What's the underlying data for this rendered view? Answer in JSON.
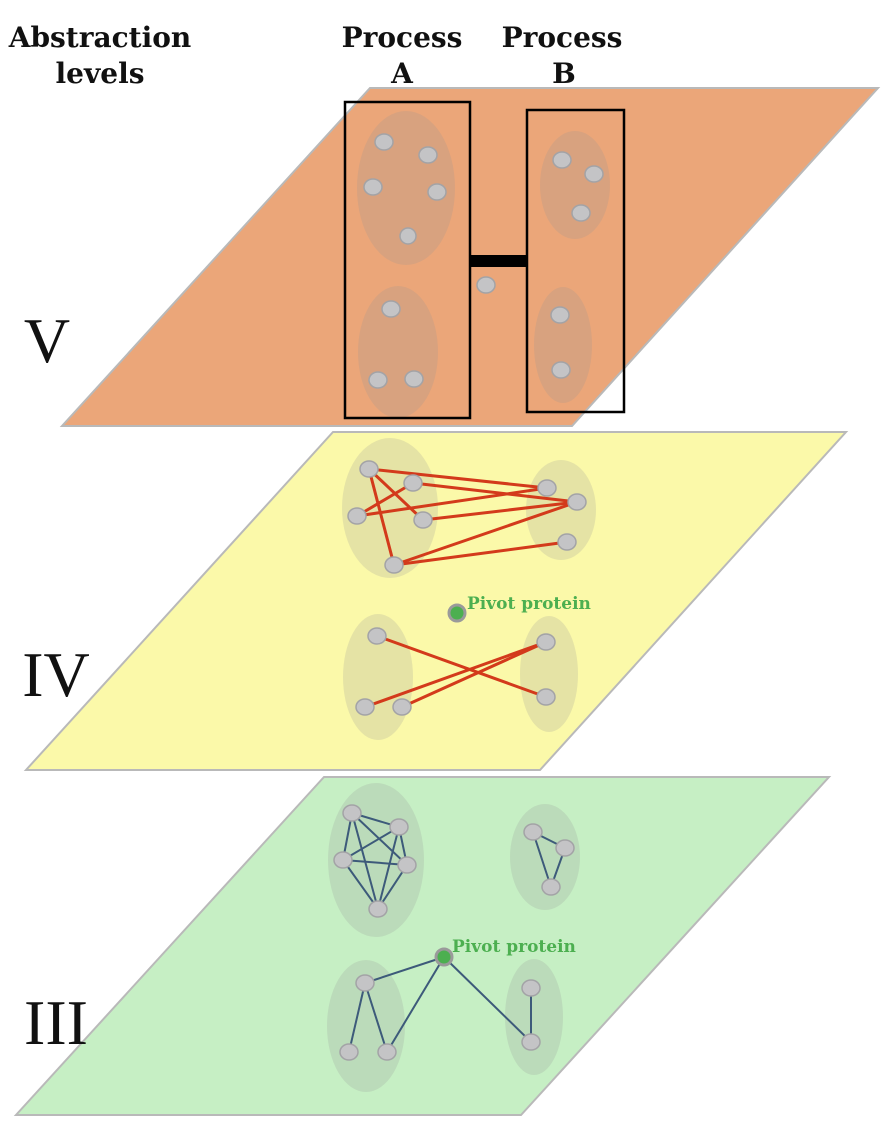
{
  "header": {
    "abstraction_line1": "Abstraction",
    "abstraction_line2": "levels",
    "process_a_line1": "Process",
    "process_a_line2": "A",
    "process_b_line1": "Process",
    "process_b_line2": "B"
  },
  "levels": {
    "v": {
      "label": "V",
      "color": "#eba679"
    },
    "iv": {
      "label": "IV",
      "color": "#fbf9a9",
      "pivot_label": "Pivot protein"
    },
    "iii": {
      "label": "III",
      "color": "#c6efc4",
      "pivot_label": "Pivot protein"
    }
  },
  "colors": {
    "inter_process_edge": "#d33a1b",
    "intra_cluster_edge": "#3d5a7a",
    "pivot_protein": "#4caf50",
    "protein_node": "#c4c4c6"
  }
}
